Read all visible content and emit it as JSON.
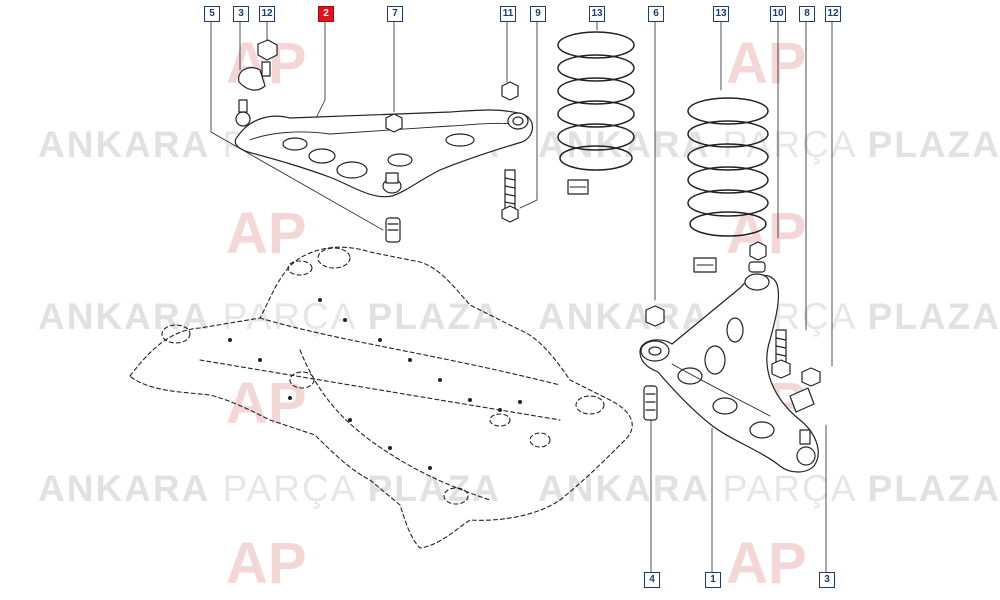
{
  "watermark": {
    "word1": "ANKARA",
    "word2": "PARÇA",
    "word3": "PLAZA"
  },
  "logo_letters": "AP",
  "callouts": [
    {
      "id": "c-5",
      "label": "5"
    },
    {
      "id": "c-3a",
      "label": "3"
    },
    {
      "id": "c-12a",
      "label": "12"
    },
    {
      "id": "c-2",
      "label": "2",
      "highlight": true
    },
    {
      "id": "c-7",
      "label": "7"
    },
    {
      "id": "c-11",
      "label": "11"
    },
    {
      "id": "c-9",
      "label": "9"
    },
    {
      "id": "c-13a",
      "label": "13"
    },
    {
      "id": "c-6",
      "label": "6"
    },
    {
      "id": "c-13b",
      "label": "13"
    },
    {
      "id": "c-10",
      "label": "10"
    },
    {
      "id": "c-8",
      "label": "8"
    },
    {
      "id": "c-12b",
      "label": "12"
    },
    {
      "id": "c-4",
      "label": "4"
    },
    {
      "id": "c-1",
      "label": "1"
    },
    {
      "id": "c-3b",
      "label": "3"
    }
  ],
  "colors": {
    "line": "#222222",
    "callout_border": "#1f3b6e",
    "highlight": "#e0141e",
    "watermark": "#e1e1e1"
  }
}
